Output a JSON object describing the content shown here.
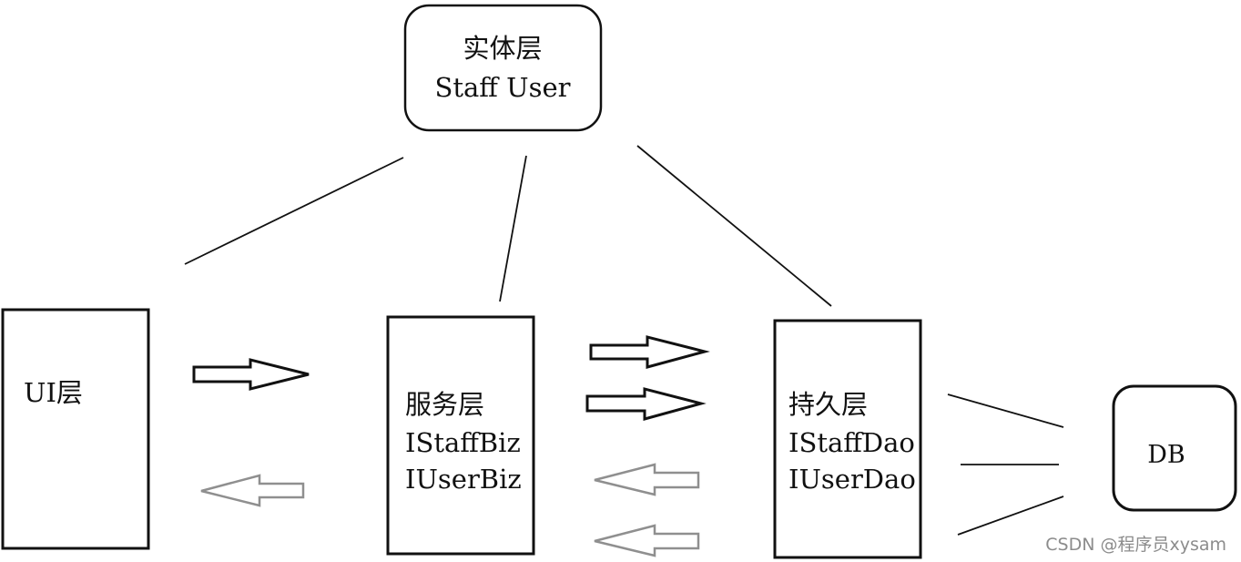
{
  "entity_layer": {
    "title": "实体层",
    "subtitle": "Staff User"
  },
  "ui_layer": {
    "title": "UI层"
  },
  "service_layer": {
    "title": "服务层",
    "items": [
      "IStaffBiz",
      "IUserBiz"
    ]
  },
  "persistence_layer": {
    "title": "持久层",
    "items": [
      "IStaffDao",
      "IUserDao"
    ]
  },
  "database": {
    "title": "DB"
  },
  "watermark": "CSDN @程序员xysam",
  "colors": {
    "stroke": "#111111",
    "return_arrow": "#8f8f8f",
    "watermark": "#8c8c8c",
    "background": "#ffffff"
  }
}
